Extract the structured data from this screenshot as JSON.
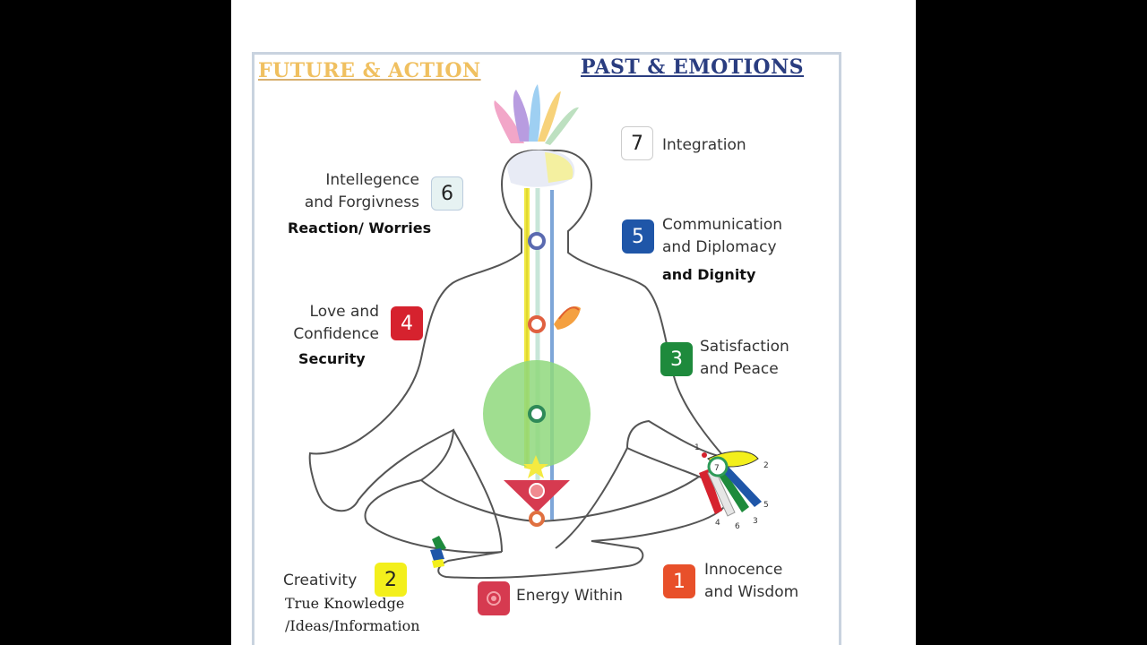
{
  "headers": {
    "left": "FUTURE & ACTION",
    "right": "PAST & EMOTIONS"
  },
  "chakras": [
    {
      "num": "7",
      "lines": [
        "Integration"
      ],
      "sub": "",
      "color": "#ffffff"
    },
    {
      "num": "6",
      "lines": [
        "Intellegence",
        "and Forgivness"
      ],
      "sub": "Reaction/ Worries",
      "color": "#e6f2f2"
    },
    {
      "num": "5",
      "lines": [
        "Communication",
        "and Diplomacy"
      ],
      "sub": "and Dignity",
      "color": "#1f56a8"
    },
    {
      "num": "4",
      "lines": [
        "Love and",
        "Confidence"
      ],
      "sub": "Security",
      "color": "#d6222e"
    },
    {
      "num": "3",
      "lines": [
        "Satisfaction",
        "and Peace"
      ],
      "sub": "",
      "color": "#1e8a3c"
    },
    {
      "num": "2",
      "lines": [
        "Creativity"
      ],
      "sub_lines": [
        "True Knowledge",
        "/Ideas/Information"
      ],
      "color": "#f3ef1c"
    },
    {
      "num": "1",
      "lines": [
        "Innocence",
        "and Wisdom"
      ],
      "sub": "",
      "color": "#e8502a"
    }
  ],
  "energy": {
    "label": "Energy Within",
    "color": "#d63a50"
  },
  "hand_numbers": [
    "1",
    "7",
    "2",
    "4",
    "6",
    "3",
    "5"
  ]
}
